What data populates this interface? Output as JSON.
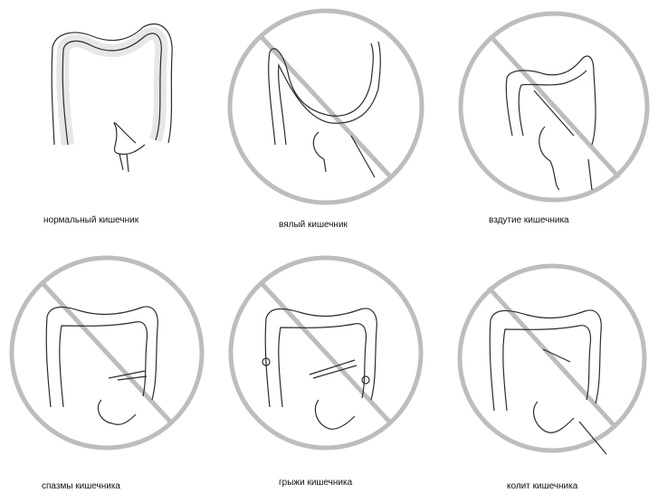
{
  "panels": [
    {
      "caption": "нормальный кишечник",
      "crossed": false,
      "variant": "normal"
    },
    {
      "caption": "вялый кишечник",
      "crossed": true,
      "variant": "sluggish"
    },
    {
      "caption": "вздутие кишечника",
      "crossed": true,
      "variant": "bloating"
    },
    {
      "caption": "спазмы кишечника",
      "crossed": true,
      "variant": "spasm"
    },
    {
      "caption": "грыжи кишечника",
      "crossed": true,
      "variant": "hernia"
    },
    {
      "caption": "колит    кишечника",
      "crossed": true,
      "variant": "colitis"
    }
  ],
  "colors": {
    "ink": "#2b2b2b",
    "ring": "#bdbdbd",
    "shade": "#555555"
  }
}
